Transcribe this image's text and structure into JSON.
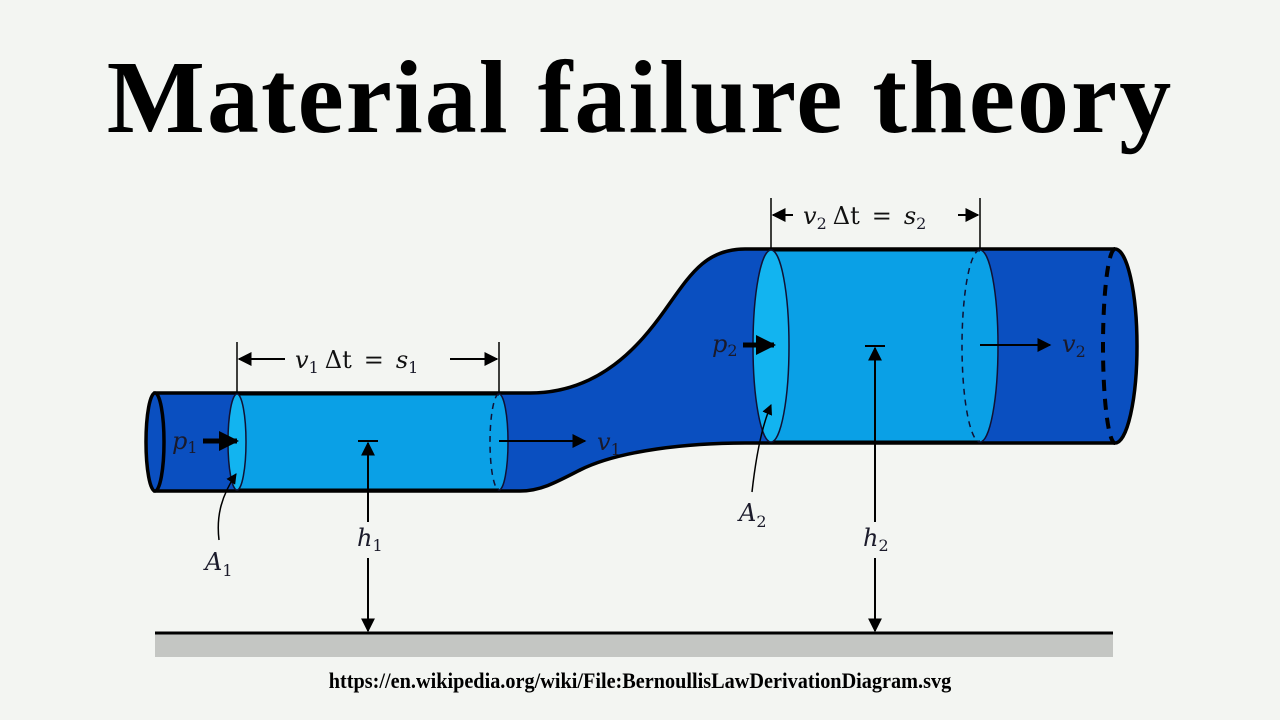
{
  "title": "Material failure theory",
  "caption": "https://en.wikipedia.org/wiki/File:BernoullisLawDerivationDiagram.svg",
  "colors": {
    "background": "#f3f5f2",
    "pipe_dark": "#0a4fc0",
    "pipe_fluid": "#0aa0e6",
    "pipe_face": "#12b4f0",
    "ground": "#c4c6c3",
    "stroke": "#000000"
  },
  "diagram": {
    "subject": "Bernoulli's law derivation — fluid flowing through a pipe that widens and rises",
    "section1": {
      "pressure": "p",
      "pressure_sub": "1",
      "area": "A",
      "area_sub": "1",
      "velocity": "v",
      "velocity_sub": "1",
      "height": "h",
      "height_sub": "1",
      "dimension": {
        "v": "v",
        "v_sub": "1",
        "dt": "Δt",
        "eq": "=",
        "s": "s",
        "s_sub": "1"
      }
    },
    "section2": {
      "pressure": "p",
      "pressure_sub": "2",
      "area": "A",
      "area_sub": "2",
      "velocity": "v",
      "velocity_sub": "2",
      "height": "h",
      "height_sub": "2",
      "dimension": {
        "v": "v",
        "v_sub": "2",
        "dt": "Δt",
        "eq": "=",
        "s": "s",
        "s_sub": "2"
      }
    }
  }
}
